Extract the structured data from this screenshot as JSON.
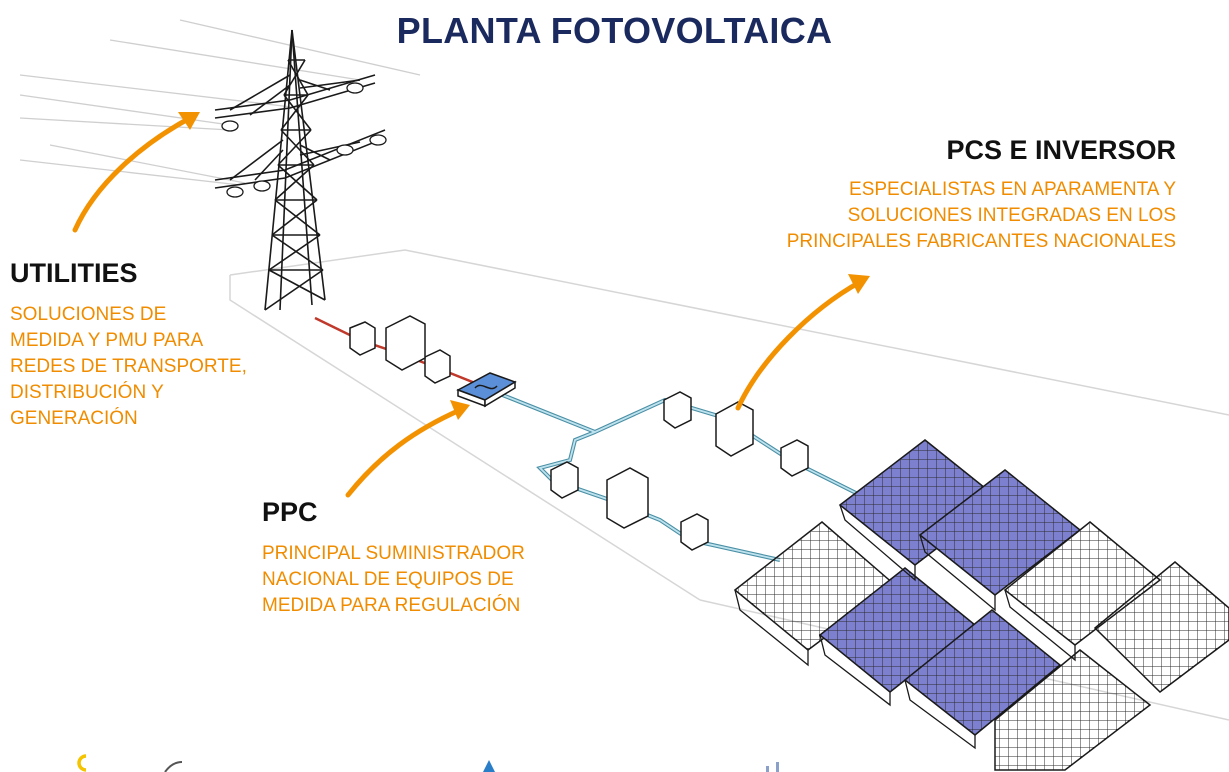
{
  "title": "PLANTA FOTOVOLTAICA",
  "sections": {
    "utilities": {
      "title": "UTILITIES",
      "lines": [
        "SOLUCIONES DE",
        "MEDIDA Y PMU PARA",
        "REDES DE TRANSPORTE,",
        "DISTRIBUCIÓN Y",
        "GENERACIÓN"
      ]
    },
    "ppc": {
      "title": "PPC",
      "lines": [
        "PRINCIPAL SUMINISTRADOR",
        "NACIONAL DE EQUIPOS DE",
        "MEDIDA PARA REGULACIÓN"
      ]
    },
    "pcs": {
      "title": "PCS E INVERSOR",
      "lines": [
        "ESPECIALISTAS EN APARAMENTA Y",
        "SOLUCIONES INTEGRADAS EN LOS",
        "PRINCIPALES FABRICANTES NACIONALES"
      ]
    }
  },
  "colors": {
    "title": "#1b2a5e",
    "heading": "#111111",
    "accent": "#f08c00",
    "cable": "#6fb4c8",
    "hv_cable": "#c0392b",
    "panel_highlight": "#6b6fc2"
  },
  "icons": [
    "transmission-tower-icon",
    "meter-box-icon",
    "cabinet-icon",
    "ppc-controller-icon",
    "solar-panel-icon",
    "arrow-icon"
  ]
}
